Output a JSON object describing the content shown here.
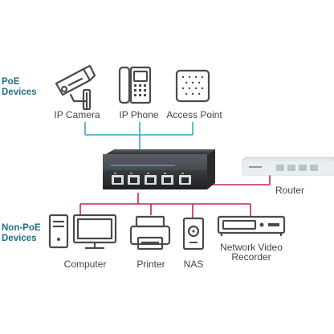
{
  "groups": {
    "poe": {
      "line1": "PoE",
      "line2": "Devices"
    },
    "non_poe": {
      "line1": "Non-PoE",
      "line2": "Devices"
    }
  },
  "poe_devices": [
    {
      "id": "ip-camera",
      "label": "IP Camera",
      "icon": "ip-camera-icon"
    },
    {
      "id": "ip-phone",
      "label": "IP Phone",
      "icon": "ip-phone-icon"
    },
    {
      "id": "access-point",
      "label": "Access Point",
      "icon": "access-point-icon"
    }
  ],
  "router": {
    "label": "Router",
    "icon": "router-icon"
  },
  "switch": {
    "icon": "switch-icon"
  },
  "non_poe_devices": [
    {
      "id": "computer",
      "label": "Computer",
      "icon": "computer-icon"
    },
    {
      "id": "printer",
      "label": "Printer",
      "icon": "printer-icon"
    },
    {
      "id": "nas",
      "label": "NAS",
      "icon": "nas-icon"
    },
    {
      "id": "nvr",
      "label_line1": "Network Video",
      "label_line2": "Recorder",
      "icon": "nvr-icon"
    }
  ],
  "colors": {
    "poe_line": "#38a6c6",
    "non_poe_line": "#c2274f",
    "group_label": "#1f6f86",
    "icon_stroke": "#4a4a4a"
  }
}
